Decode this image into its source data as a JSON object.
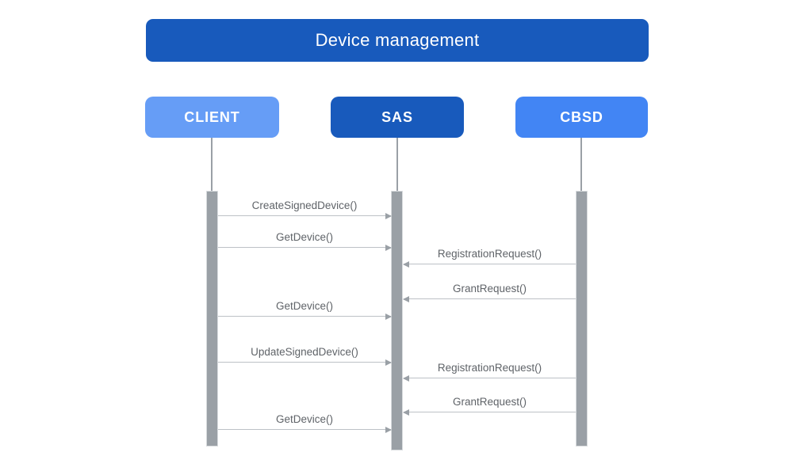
{
  "diagram": {
    "type": "sequence-diagram",
    "title": "Device management",
    "actors": [
      {
        "id": "client",
        "label": "CLIENT",
        "color": "#669DF6"
      },
      {
        "id": "sas",
        "label": "SAS",
        "color": "#185ABC"
      },
      {
        "id": "cbsd",
        "label": "CBSD",
        "color": "#4285F4"
      }
    ],
    "messages": [
      {
        "label": "CreateSignedDevice()",
        "from": "CLIENT",
        "to": "SAS"
      },
      {
        "label": "GetDevice()",
        "from": "CLIENT",
        "to": "SAS"
      },
      {
        "label": "RegistrationRequest()",
        "from": "CBSD",
        "to": "SAS"
      },
      {
        "label": "GrantRequest()",
        "from": "CBSD",
        "to": "SAS"
      },
      {
        "label": "GetDevice()",
        "from": "CLIENT",
        "to": "SAS"
      },
      {
        "label": "UpdateSignedDevice()",
        "from": "CLIENT",
        "to": "SAS"
      },
      {
        "label": "RegistrationRequest()",
        "from": "CBSD",
        "to": "SAS"
      },
      {
        "label": "GrantRequest()",
        "from": "CBSD",
        "to": "SAS"
      },
      {
        "label": "GetDevice()",
        "from": "CLIENT",
        "to": "SAS"
      }
    ],
    "colors": {
      "background": "#FFFFFF",
      "title_bg": "#185ABC",
      "title_text": "#FFFFFF",
      "actor_text": "#FFFFFF",
      "lifeline": "#9AA0A6",
      "activation_bar": "#9AA0A6",
      "arrow_line": "#BDC1C6",
      "arrow_head": "#9AA0A6",
      "message_text": "#5F6368"
    }
  }
}
